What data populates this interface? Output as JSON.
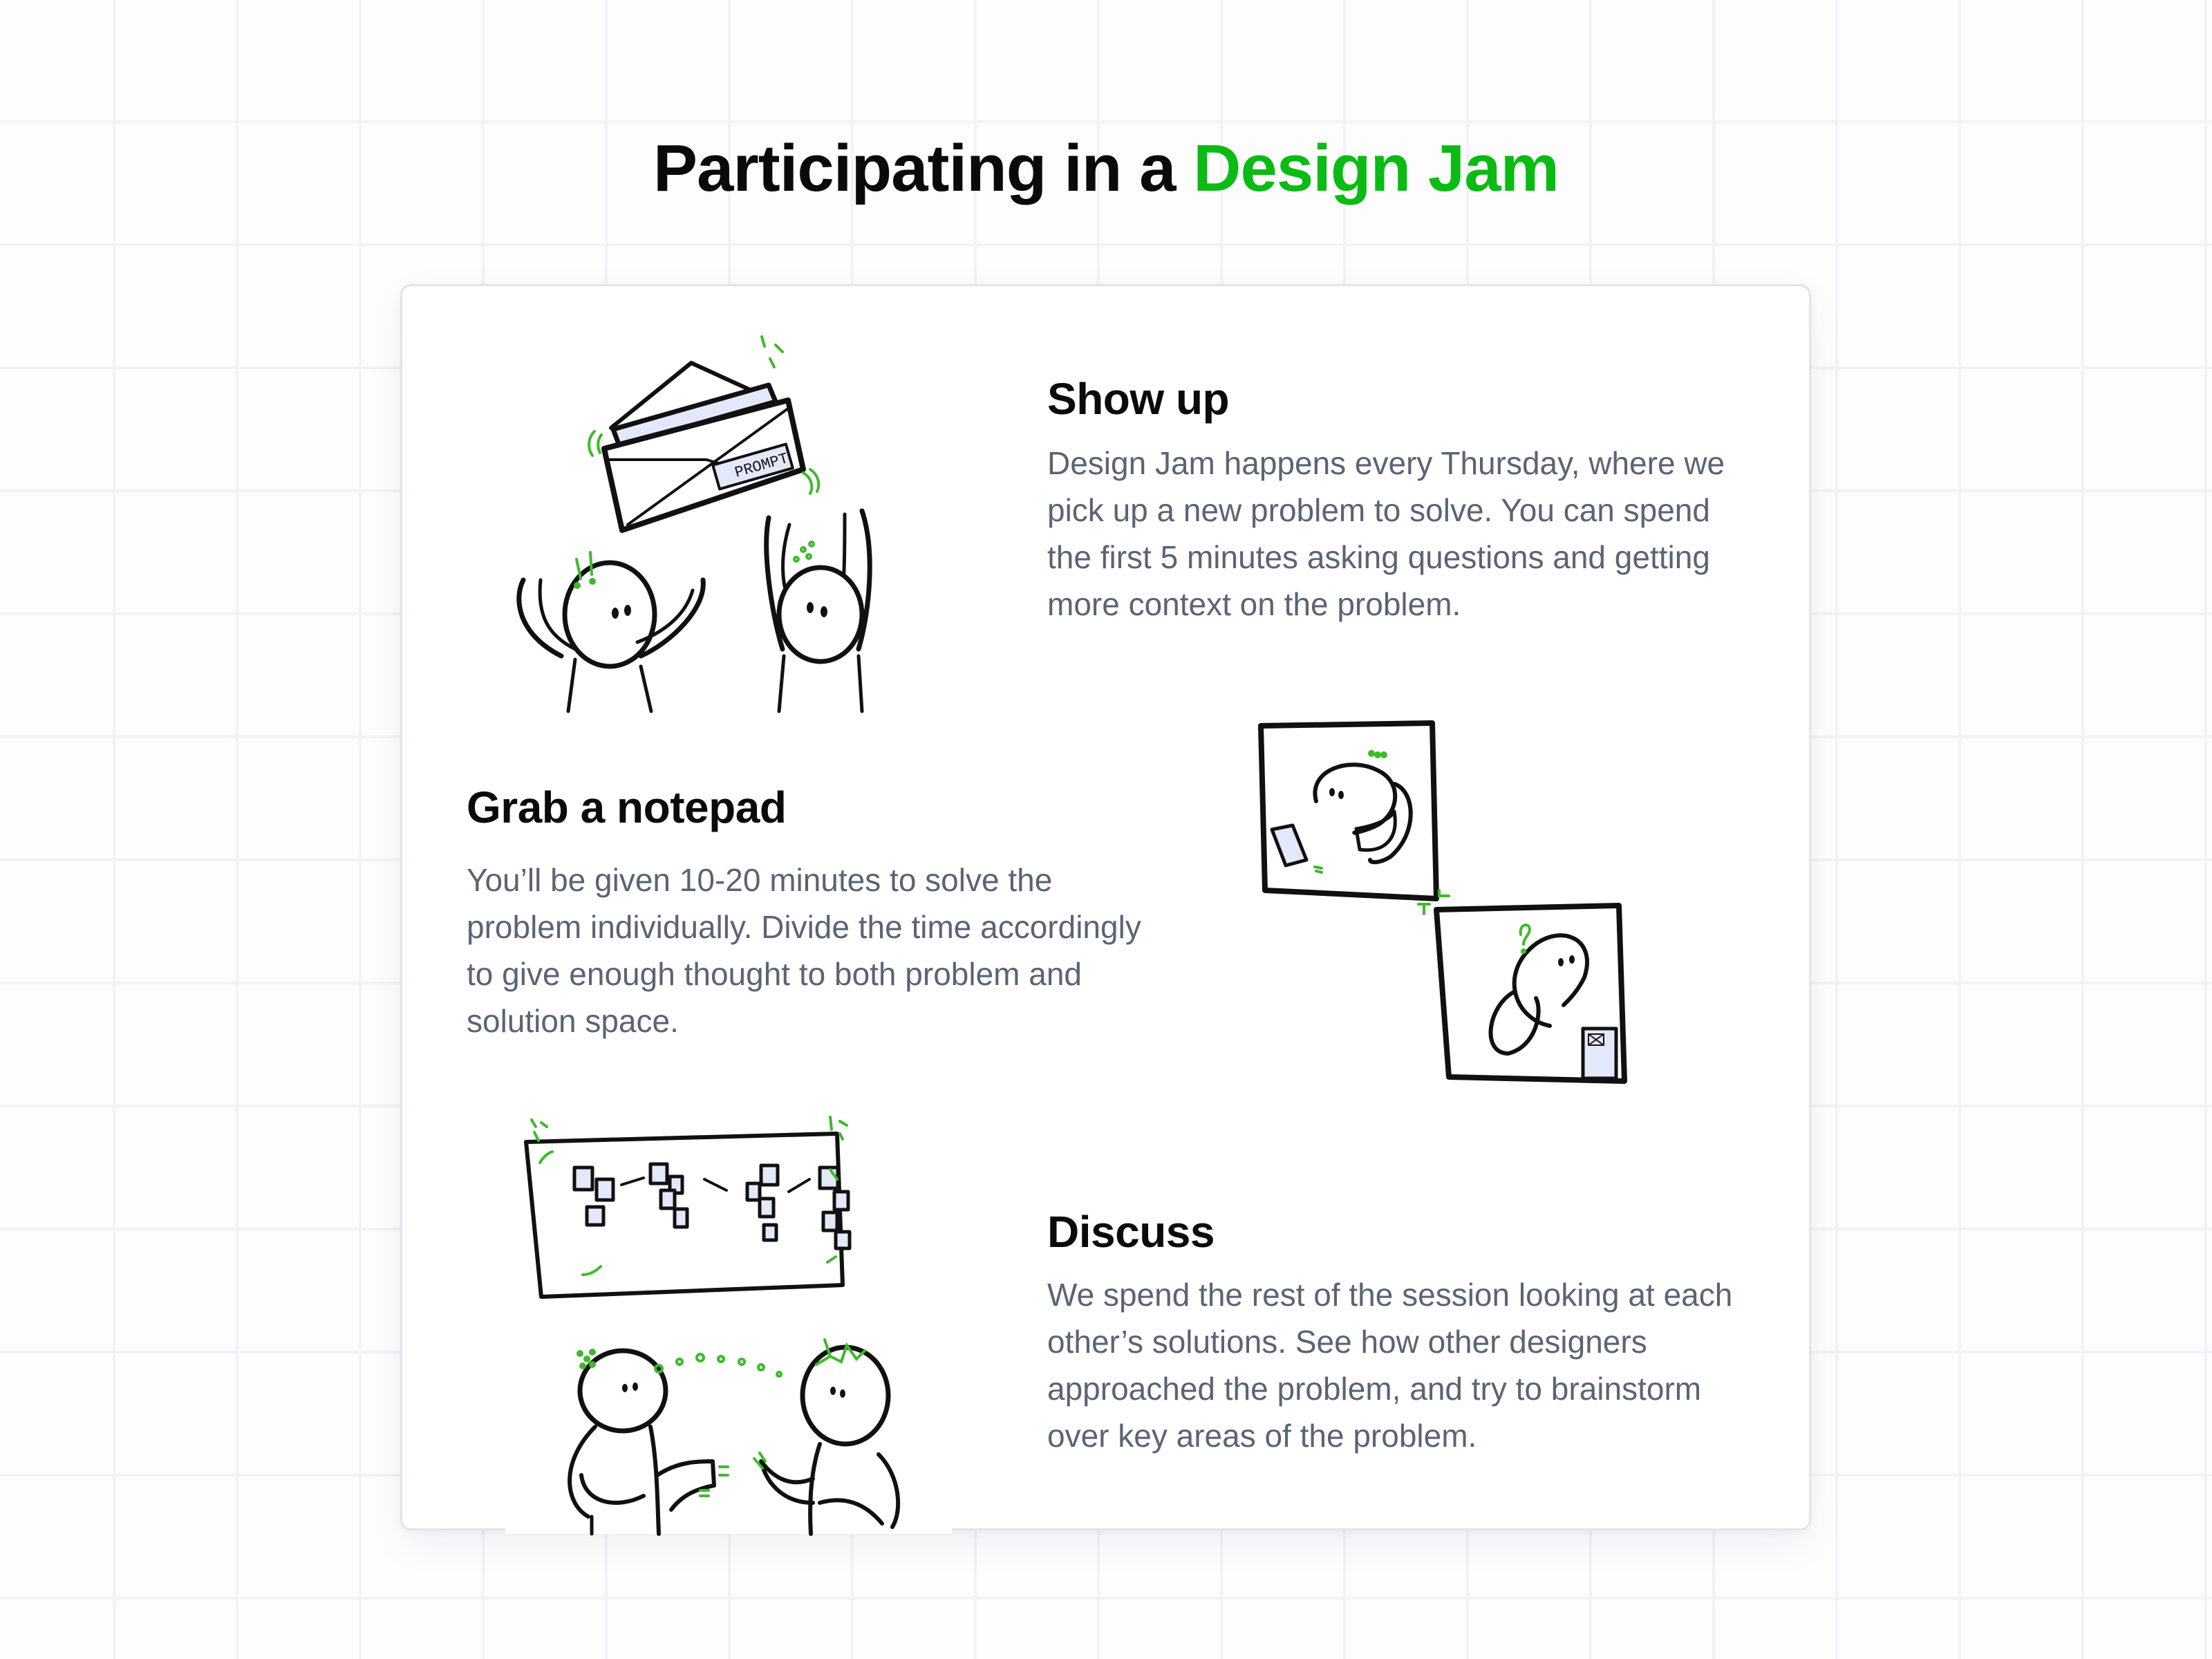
{
  "header": {
    "title_prefix": "Participating in a ",
    "title_accent": "Design Jam"
  },
  "colors": {
    "accent": "#0bbb14",
    "heading": "#0b0b0b",
    "body": "#5b6374",
    "illustration_fill": "#e4e8fb",
    "card_border": "#e1e4eb"
  },
  "steps": [
    {
      "title": "Show up",
      "body": "Design Jam happens every Thursday, where we pick up a new problem to solve. You can spend the first 5 minutes asking questions and getting more context on the problem.",
      "illustration": {
        "icon": "envelope-celebration-illustration",
        "label": "PROMPT"
      }
    },
    {
      "title": "Grab a notepad",
      "body": "You’ll be given 10-20 minutes to solve the problem individually. Divide the time accordingly to give enough thought to both problem and solution space.",
      "illustration": {
        "icon": "individual-thinking-panels-illustration"
      }
    },
    {
      "title": "Discuss",
      "body": "We spend the rest of the session looking at each other’s solutions. See how other designers approached the problem, and try to brainstorm over key areas of the problem.",
      "illustration": {
        "icon": "whiteboard-discussion-illustration"
      }
    }
  ]
}
